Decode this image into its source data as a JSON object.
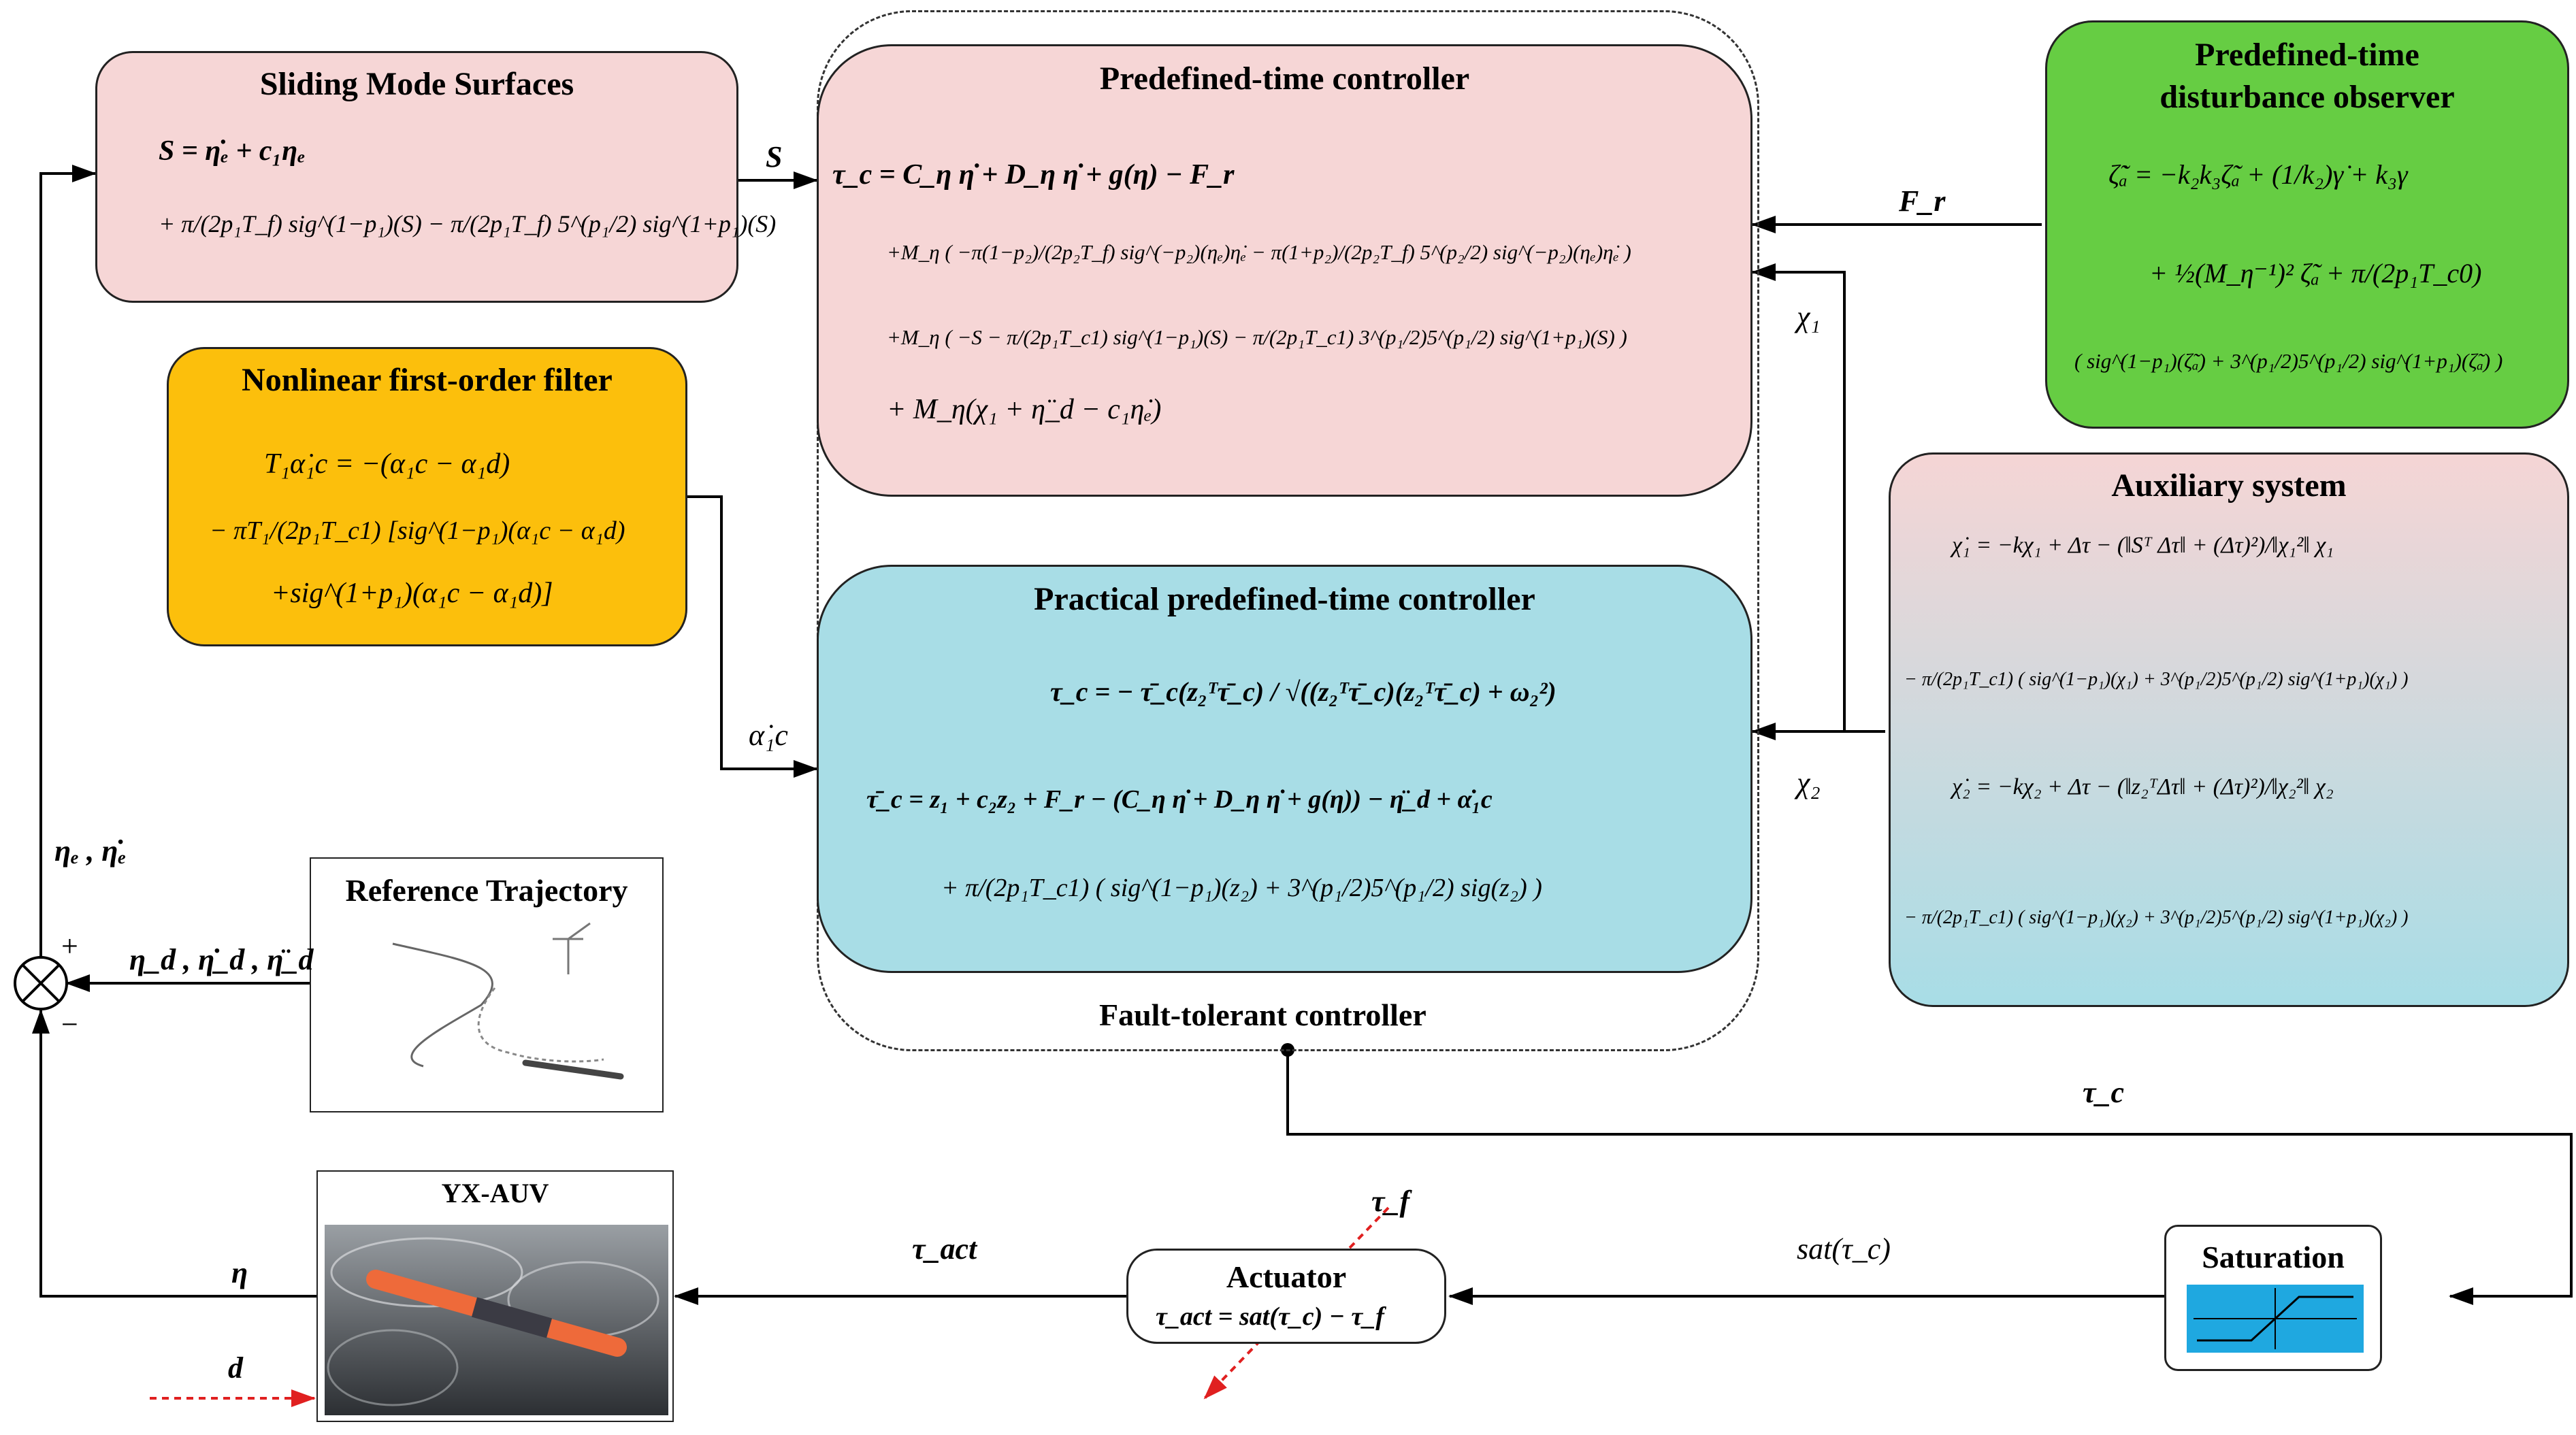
{
  "blocks": {
    "sliding": {
      "title": "Sliding Mode Surfaces",
      "eq1": "S = η̇ₑ + c₁ηₑ",
      "eq2": "+ π/(2p₁T_f) sig^(1−p₁)(S) − π/(2p₁T_f) 5^(p₁/2) sig^(1+p₁)(S)"
    },
    "filter": {
      "title": "Nonlinear first-order filter",
      "eq1": "T₁α̇₁c = −(α₁c − α₁d)",
      "eq2": "− πT₁/(2p₁T_c1) [sig^(1−p₁)(α₁c − α₁d)",
      "eq3": "+sig^(1+p₁)(α₁c − α₁d)]"
    },
    "ptc": {
      "title": "Predefined-time controller",
      "eq1": "τ_c = C_η η̇ + D_η η̇ + g(η) − F_r",
      "eq2": "+M_η ( −π(1−p₂)/(2p₂T_f) sig^(−p₂)(ηₑ)η̇ₑ − π(1+p₂)/(2p₂T_f) 5^(p₂/2) sig^(−p₂)(ηₑ)η̇ₑ )",
      "eq3": "+M_η ( −S − π/(2p₁T_c1) sig^(1−p₁)(S) − π/(2p₁T_c1) 3^(p₁/2)5^(p₁/2) sig^(1+p₁)(S) )",
      "eq4": "+ M_η(χ₁ + η̈_d − c₁η̇ₑ)"
    },
    "pptc": {
      "title": "Practical predefined-time controller",
      "eq1": "τ_c = − τ̄_c(z₂ᵀτ̄_c) / √((z₂ᵀτ̄_c)(z₂ᵀτ̄_c) + ω₂²)",
      "eq2": "τ̄_c = z₁ + c₂z₂ + F_r − (C_η η̇ + D_η η̇ + g(η)) − η̈_d + α̇₁c",
      "eq3": "+ π/(2p₁T_c1) ( sig^(1−p₁)(z₂) + 3^(p₁/2)5^(p₁/2) sig(z₂) )"
    },
    "ftc": {
      "label": "Fault-tolerant controller"
    },
    "observer": {
      "title1": "Predefined-time",
      "title2": "disturbance observer",
      "eq1": "ζ̃̇ₐ = −k₂k₃ζ̃ₐ + (1/k₂)γ̇ + k₃γ",
      "eq2": "+ ½(M_η⁻¹)² ζ̃ₐ + π/(2p₁T_c0)",
      "eq3": "( sig^(1−p₁)(ζ̃ₐ) + 3^(p₁/2)5^(p₁/2) sig^(1+p₁)(ζ̃ₐ) )"
    },
    "aux": {
      "title": "Auxiliary system",
      "eq1": "χ̇₁ = −kχ₁ + Δτ − (‖Sᵀ Δτ‖ + (Δτ)²)/‖χ₁²‖ χ₁",
      "eq2": "− π/(2p₁T_c1) ( sig^(1−p₁)(χ₁) + 3^(p₁/2)5^(p₁/2) sig^(1+p₁)(χ₁) )",
      "eq3": "χ̇₂ = −kχ₂ + Δτ − (‖z₂ᵀΔτ‖ + (Δτ)²)/‖χ₂²‖ χ₂",
      "eq4": "− π/(2p₁T_c1) ( sig^(1−p₁)(χ₂) + 3^(p₁/2)5^(p₁/2) sig^(1+p₁)(χ₂) )"
    },
    "reference": {
      "title": "Reference Trajectory"
    },
    "auv": {
      "title": "YX-AUV"
    },
    "actuator": {
      "title": "Actuator",
      "eq": "τ_act = sat(τ_c) − τ_f"
    },
    "saturation": {
      "title": "Saturation"
    }
  },
  "signals": {
    "s": "S",
    "fr": "F_r",
    "chi1": "χ₁",
    "chi2": "χ₂",
    "alpha": "α̇₁c",
    "eta_e": "ηₑ , η̇ₑ",
    "eta_d": "η_d , η̇_d , η̈_d",
    "plus": "+",
    "minus": "−",
    "eta": "η",
    "d": "d",
    "tau_act": "τ_act",
    "tau_f": "τ_f",
    "sat": "sat(τ_c)",
    "tau_c": "τ_c"
  },
  "colors": {
    "pink": "#f6d6d6",
    "orange": "#fcbf0c",
    "cyan": "#a8dde6",
    "green": "#66cd43",
    "aux_top": "#f5d5d5",
    "aux_bottom": "#a8dde6",
    "disturbance": "#e02020"
  }
}
